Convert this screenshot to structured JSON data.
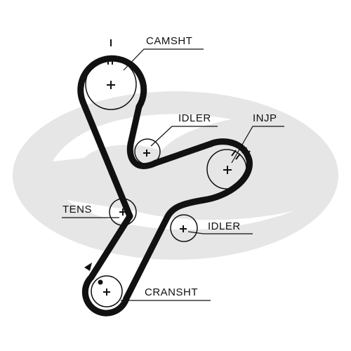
{
  "diagram": {
    "labels": {
      "camsht": "CAMSHT",
      "idler_upper": "IDLER",
      "injp": "INJP",
      "tens": "TENS",
      "idler_lower": "IDLER",
      "cransht": "CRANSHT"
    },
    "colors": {
      "line": "#111111",
      "watermark": "#e6e6e6",
      "background": "#ffffff"
    },
    "icons": {
      "center_mark": "plus-sign",
      "timing_mark": "tick-marks",
      "direction_arrow": "triangle-arrow"
    }
  }
}
